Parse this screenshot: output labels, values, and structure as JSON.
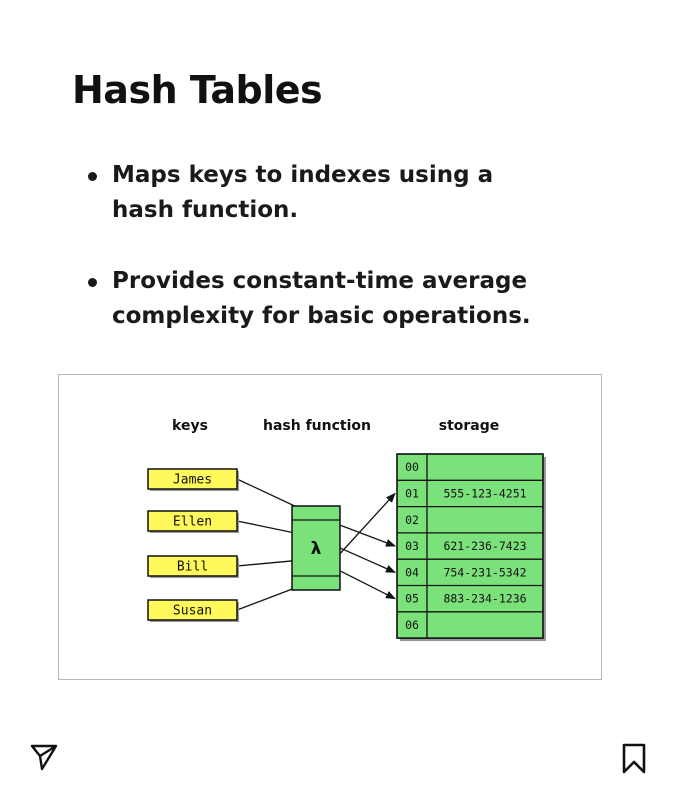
{
  "slide": {
    "title": "Hash Tables",
    "bullets": [
      "Maps keys to indexes using a hash function.",
      "Provides constant-time average complexity for basic operations."
    ]
  },
  "diagram": {
    "headers": {
      "keys": "keys",
      "hash_function": "hash function",
      "storage": "storage"
    },
    "keys": [
      "James",
      "Ellen",
      "Bill",
      "Susan"
    ],
    "hash_symbol": "λ",
    "storage": [
      {
        "index": "00",
        "value": ""
      },
      {
        "index": "01",
        "value": "555-123-4251"
      },
      {
        "index": "02",
        "value": ""
      },
      {
        "index": "03",
        "value": "621-236-7423"
      },
      {
        "index": "04",
        "value": "754-231-5342"
      },
      {
        "index": "05",
        "value": "883-234-1236"
      },
      {
        "index": "06",
        "value": ""
      }
    ],
    "mappings": [
      {
        "key": "James",
        "index": "03"
      },
      {
        "key": "Ellen",
        "index": "04"
      },
      {
        "key": "Bill",
        "index": "05"
      },
      {
        "key": "Susan",
        "index": "01"
      }
    ],
    "colors": {
      "key_fill": "#fff95c",
      "hash_fill": "#7be27b",
      "storage_fill": "#7be27b",
      "stroke": "#111111"
    }
  },
  "icons": {
    "share": "send-icon",
    "save": "bookmark-icon"
  }
}
